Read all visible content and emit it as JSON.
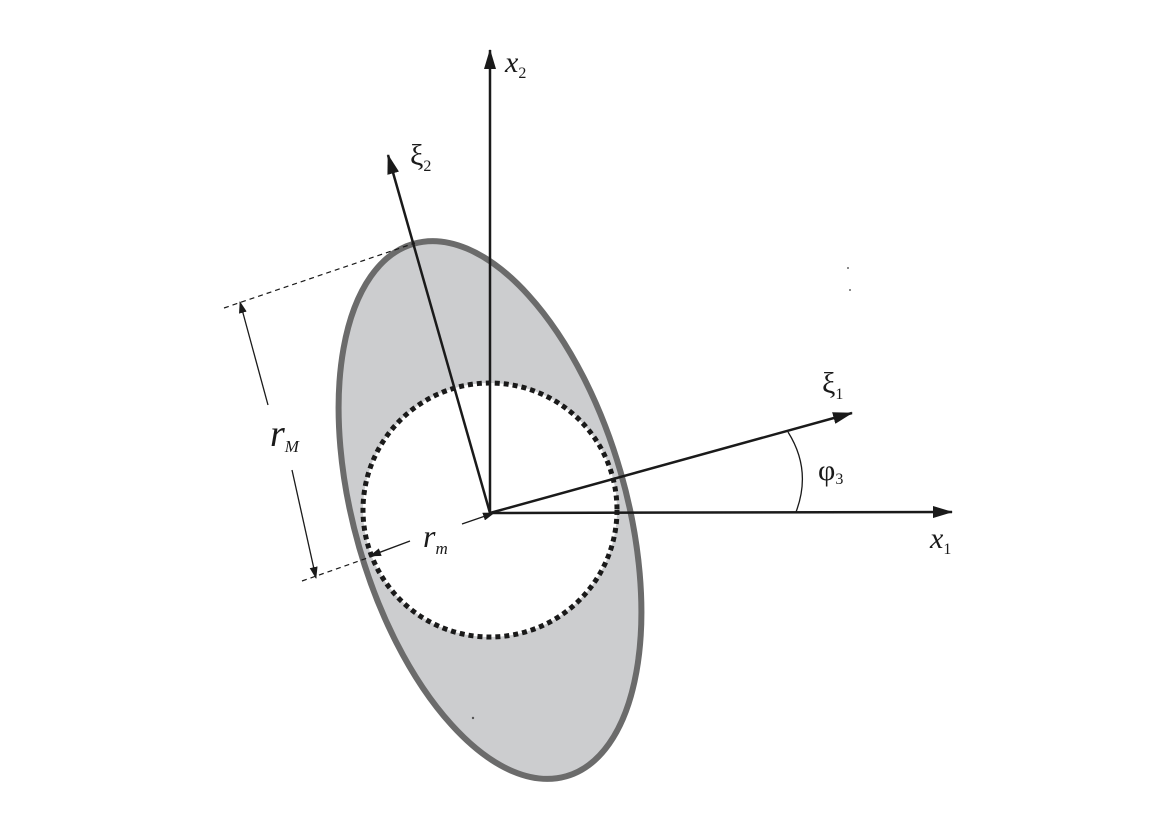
{
  "labels": {
    "x1": {
      "main": "x",
      "sub": "1"
    },
    "x2": {
      "main": "x",
      "sub": "2"
    },
    "xi1": {
      "main": "ξ",
      "sub": "1"
    },
    "xi2": {
      "main": "ξ",
      "sub": "2"
    },
    "phi3": {
      "main": "φ",
      "sub": "3"
    },
    "rM": {
      "main": "r",
      "sub": "M"
    },
    "rm": {
      "main": "r",
      "sub": "m"
    }
  },
  "colors": {
    "ellipse_fill": "#cccdcf",
    "ellipse_stroke": "#6b6b6b",
    "axis": "#1a1a1a",
    "inner_circle": "#1a1a1a"
  }
}
